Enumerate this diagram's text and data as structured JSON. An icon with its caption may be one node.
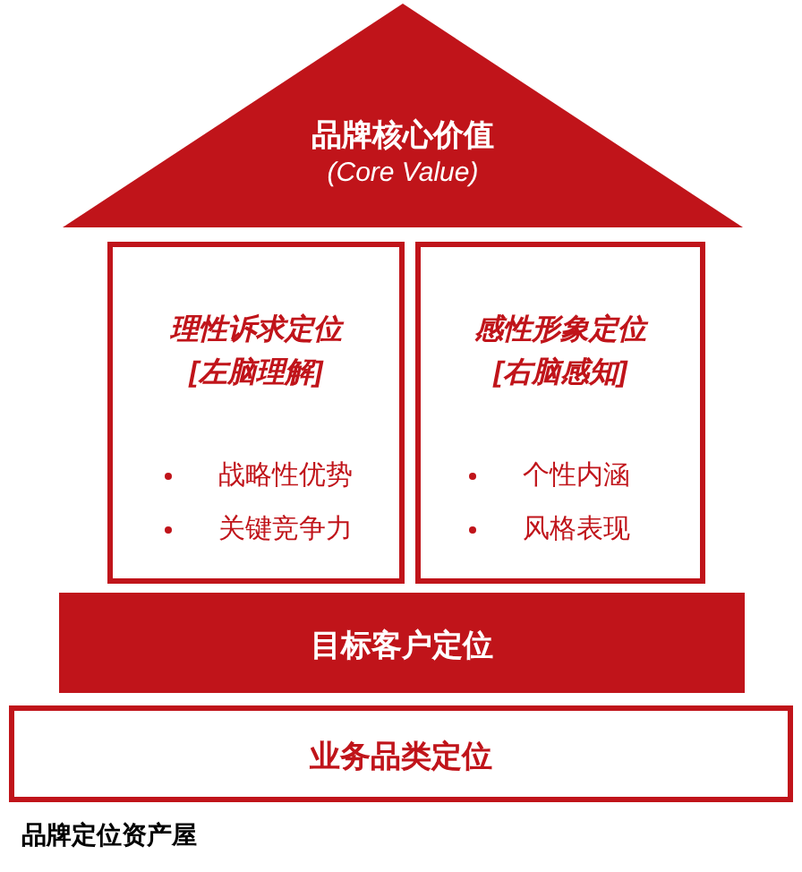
{
  "diagram": {
    "caption": "品牌定位资产屋",
    "nodes": [
      {
        "text": [
          "品牌核心价值",
          "(Core Value)"
        ]
      },
      {
        "text": [
          "理性诉求定位",
          "[左脑理解]",
          "战略性优势",
          "关键竞争力"
        ]
      },
      {
        "text": [
          "感性形象定位",
          "[右脑感知]",
          "个性内涵",
          "风格表现"
        ]
      },
      {
        "text": [
          "目标客户定位"
        ]
      },
      {
        "text": [
          "业务品类定位"
        ]
      }
    ],
    "edges": []
  }
}
